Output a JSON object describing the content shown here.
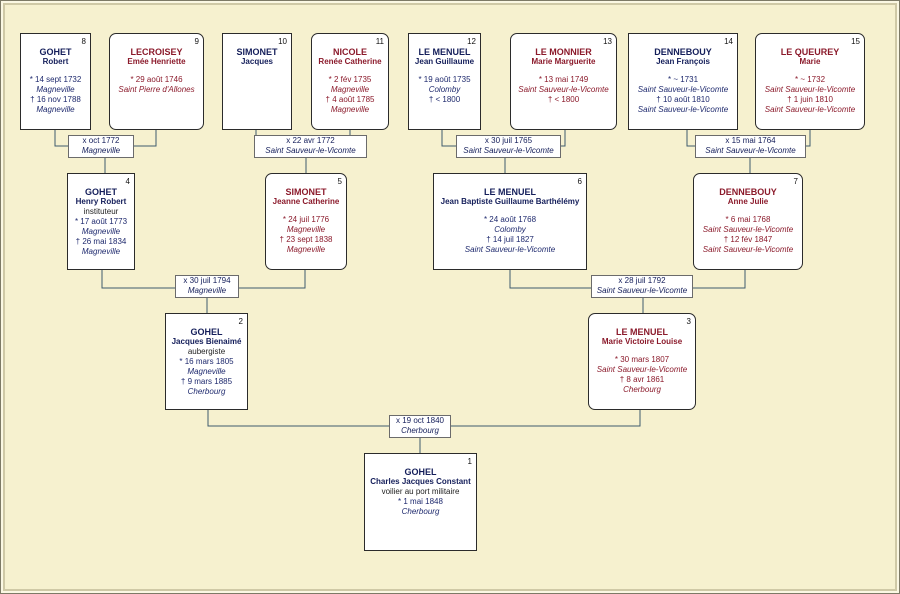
{
  "persons": [
    {
      "num": "8",
      "sex": "m",
      "surname": "GOHET",
      "given": "Robert",
      "lines": [
        {
          "t": "* 14 sept 1732"
        },
        {
          "t": "Magneville",
          "i": true
        },
        {
          "t": "† 16 nov 1788"
        },
        {
          "t": "Magneville",
          "i": true
        }
      ]
    },
    {
      "num": "9",
      "sex": "f",
      "surname": "LECROISEY",
      "given": "Emée Henriette",
      "lines": [
        {
          "t": "* 29 août 1746"
        },
        {
          "t": "Saint Pierre d'Allones",
          "i": true
        }
      ]
    },
    {
      "num": "10",
      "sex": "m",
      "surname": "SIMONET",
      "given": "Jacques",
      "lines": []
    },
    {
      "num": "11",
      "sex": "f",
      "surname": "NICOLE",
      "given": "Renée Catherine",
      "lines": [
        {
          "t": "* 2 fév 1735"
        },
        {
          "t": "Magneville",
          "i": true
        },
        {
          "t": "† 4 août 1785"
        },
        {
          "t": "Magneville",
          "i": true
        }
      ]
    },
    {
      "num": "12",
      "sex": "m",
      "surname": "LE MENUEL",
      "given": "Jean Guillaume",
      "lines": [
        {
          "t": "* 19 août 1735"
        },
        {
          "t": "Colomby",
          "i": true
        },
        {
          "t": "† < 1800"
        }
      ]
    },
    {
      "num": "13",
      "sex": "f",
      "surname": "LE MONNIER",
      "given": "Marie Marguerite",
      "lines": [
        {
          "t": "* 13 mai 1749"
        },
        {
          "t": "Saint Sauveur-le-Vicomte",
          "i": true
        },
        {
          "t": "† < 1800"
        }
      ]
    },
    {
      "num": "14",
      "sex": "m",
      "surname": "DENNEBOUY",
      "given": "Jean François",
      "lines": [
        {
          "t": "* ~ 1731"
        },
        {
          "t": "Saint Sauveur-le-Vicomte",
          "i": true
        },
        {
          "t": "† 10 août 1810"
        },
        {
          "t": "Saint Sauveur-le-Vicomte",
          "i": true
        }
      ]
    },
    {
      "num": "15",
      "sex": "f",
      "surname": "LE QUEUREY",
      "given": "Marie",
      "lines": [
        {
          "t": "* ~ 1732"
        },
        {
          "t": "Saint Sauveur-le-Vicomte",
          "i": true
        },
        {
          "t": "† 1 juin 1810"
        },
        {
          "t": "Saint Sauveur-le-Vicomte",
          "i": true
        }
      ]
    },
    {
      "num": "4",
      "sex": "m",
      "surname": "GOHET",
      "given": "Henry Robert",
      "occupation": "instituteur",
      "lines": [
        {
          "t": "* 17 août 1773"
        },
        {
          "t": "Magneville",
          "i": true
        },
        {
          "t": "† 26 mai 1834"
        },
        {
          "t": "Magneville",
          "i": true
        }
      ]
    },
    {
      "num": "5",
      "sex": "f",
      "surname": "SIMONET",
      "given": "Jeanne Catherine",
      "lines": [
        {
          "t": "* 24 juil 1776"
        },
        {
          "t": "Magneville",
          "i": true
        },
        {
          "t": "† 23 sept 1838"
        },
        {
          "t": "Magneville",
          "i": true
        }
      ]
    },
    {
      "num": "6",
      "sex": "m",
      "surname": "LE MENUEL",
      "given": "Jean Baptiste Guillaume Barthélémy",
      "lines": [
        {
          "t": "* 24 août 1768"
        },
        {
          "t": "Colomby",
          "i": true
        },
        {
          "t": "† 14 juil 1827"
        },
        {
          "t": "Saint Sauveur-le-Vicomte",
          "i": true
        }
      ]
    },
    {
      "num": "7",
      "sex": "f",
      "surname": "DENNEBOUY",
      "given": "Anne Julie",
      "lines": [
        {
          "t": "* 6 mai 1768"
        },
        {
          "t": "Saint Sauveur-le-Vicomte",
          "i": true
        },
        {
          "t": "† 12 fév 1847"
        },
        {
          "t": "Saint Sauveur-le-Vicomte",
          "i": true
        }
      ]
    },
    {
      "num": "2",
      "sex": "m",
      "surname": "GOHEL",
      "given": "Jacques Bienaimé",
      "occupation": "aubergiste",
      "lines": [
        {
          "t": "* 16 mars 1805"
        },
        {
          "t": "Magneville",
          "i": true
        },
        {
          "t": "† 9 mars 1885"
        },
        {
          "t": "Cherbourg",
          "i": true
        }
      ]
    },
    {
      "num": "3",
      "sex": "f",
      "surname": "LE MENUEL",
      "given": "Marie Victoire Louise",
      "lines": [
        {
          "t": "* 30 mars 1807"
        },
        {
          "t": "Saint Sauveur-le-Vicomte",
          "i": true
        },
        {
          "t": "† 8 avr 1861"
        },
        {
          "t": "Cherbourg",
          "i": true
        }
      ]
    },
    {
      "num": "1",
      "sex": "m",
      "surname": "GOHEL",
      "given": "Charles Jacques Constant",
      "occupation": "voilier au port militaire",
      "lines": [
        {
          "t": "* 1 mai 1848"
        },
        {
          "t": "Cherbourg",
          "i": true
        }
      ]
    }
  ],
  "marriages": [
    {
      "date": "x oct 1772",
      "place": "Magneville"
    },
    {
      "date": "x 22 avr 1772",
      "place": "Saint Sauveur-le-Vicomte"
    },
    {
      "date": "x 30 juil 1765",
      "place": "Saint Sauveur-le-Vicomte"
    },
    {
      "date": "x 15 mai 1764",
      "place": "Saint Sauveur-le-Vicomte"
    },
    {
      "date": "x 30 juil 1794",
      "place": "Magneville"
    },
    {
      "date": "x 28 juil 1792",
      "place": "Saint Sauveur-le-Vicomte"
    },
    {
      "date": "x 19 oct 1840",
      "place": "Cherbourg"
    }
  ]
}
